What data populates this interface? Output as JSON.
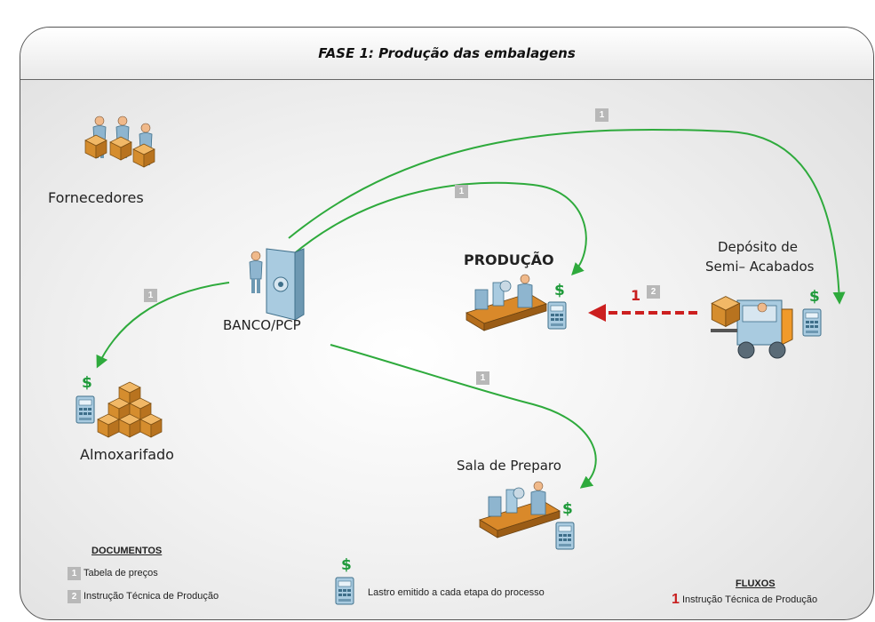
{
  "title": "FASE 1: Produção das embalagens",
  "nodes": {
    "fornecedores": "Fornecedores",
    "banco": "BANCO/PCP",
    "producao": "PRODUÇÃO",
    "deposito_line1": "Depósito de",
    "deposito_line2": "Semi– Acabados",
    "almoxarifado": "Almoxarifado",
    "sala": "Sala de Preparo"
  },
  "doc_badges": {
    "tabela": "1",
    "instrucao": "2"
  },
  "flow_number": "1",
  "dollar_symbol": "$",
  "legend": {
    "documentos_title": "DOCUMENTOS",
    "doc1_num": "1",
    "doc1_label": "Tabela de preços",
    "doc2_num": "2",
    "doc2_label": "Instrução Técnica de Produção",
    "lastro_label": "Lastro emitido a cada etapa do processo",
    "fluxos_title": "FLUXOS",
    "fluxo_num": "1",
    "fluxo_label": "Instrução Técnica de Produção"
  },
  "colors": {
    "arrow_green": "#2eaa3c",
    "arrow_red": "#cc1f1f",
    "dollar_green": "#1f9a3a",
    "badge_gray": "#b8b8b8"
  },
  "icons": [
    "worker-group-icon",
    "worker-safe-icon",
    "machine-operator-icon",
    "forklift-icon",
    "boxes-stack-icon",
    "cash-register-icon",
    "dollar-icon"
  ]
}
